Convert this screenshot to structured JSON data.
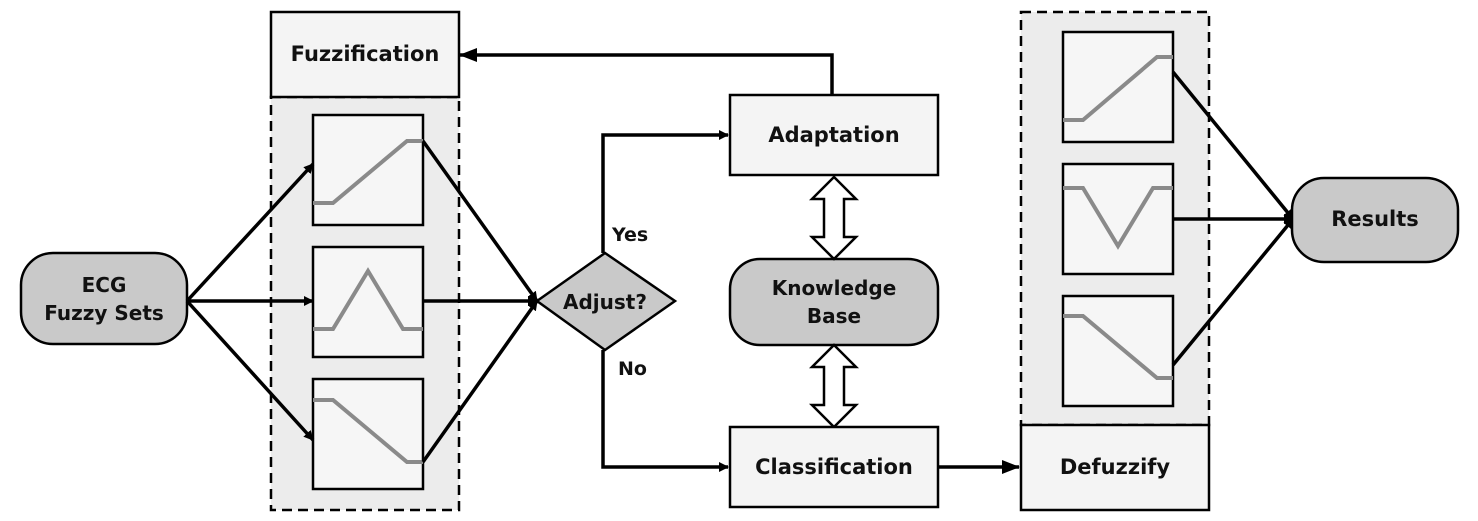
{
  "nodes": {
    "fuzzification": "Fuzzification",
    "adaptation": "Adaptation",
    "knowledge_base_line1": "Knowledge",
    "knowledge_base_line2": "Base",
    "classification": "Classification",
    "defuzzify": "Defuzzify",
    "results": "Results",
    "input_line1": "ECG",
    "input_line2": "Fuzzy Sets",
    "decision": "Adjust?"
  },
  "edge_labels": {
    "yes": "Yes",
    "no": "No"
  },
  "membership_functions": {
    "fuzzification": [
      "ramp-up-icon",
      "triangle-icon",
      "ramp-down-icon"
    ],
    "defuzzify": [
      "ramp-up-icon",
      "inverted-triangle-icon",
      "ramp-down-icon"
    ]
  },
  "colors": {
    "node_fill": "#f4f4f4",
    "pill_fill": "#c9c9c9",
    "panel_fill": "#ececec",
    "curve": "#8a8a8a"
  }
}
